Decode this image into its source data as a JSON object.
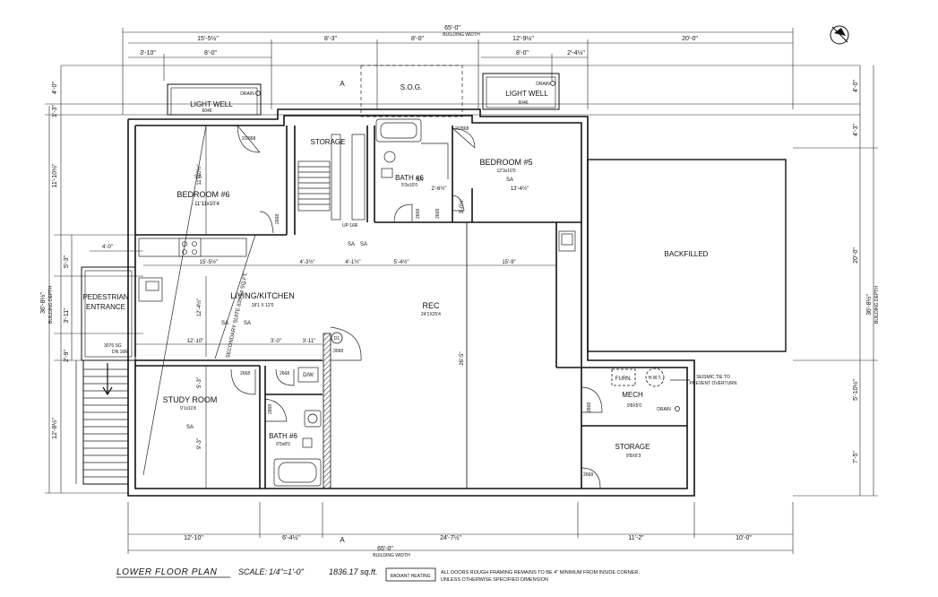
{
  "dimensions": {
    "top_overall": "65'-0\"",
    "top_overall_label": "BUILDING WIDTH",
    "top": [
      "15'-5½\"",
      "8'-3\"",
      "8'-0\"",
      "12'-9½\"",
      "20'-0\""
    ],
    "top_sub": [
      "3'-10\"",
      "8'-0\"",
      "8'-0\"",
      "2'-4½\""
    ],
    "bottom": [
      "12'-10\"",
      "6'-4½\"",
      "24'-7½\"",
      "11'-2\"",
      "10'-0\""
    ],
    "bottom_overall": "65'-0\"",
    "bottom_overall_label": "BUILDING WIDTH",
    "left": [
      "4'-0\"",
      "1'-3\"",
      "11'-10½\"",
      "5'-3\"",
      "3'-11\"",
      "2'-9\"",
      "12'-8½\""
    ],
    "left_overall": "36'-8½\"",
    "left_overall_label": "BUILDING DEPTH",
    "right": [
      "4'-0\"",
      "4'-3\"",
      "20'-0\"",
      "5'-10½\"",
      "7'-5\""
    ],
    "right_overall": "36'-8½\"",
    "right_overall_label": "BUILDING DEPTH",
    "interior": [
      "4'-0\"",
      "15'-5½\"",
      "4'-3½\"",
      "4'-1½\"",
      "5'-4½\"",
      "15'-9\"",
      "12'-10\"",
      "3'-0\"",
      "3'-11\"",
      "13'-4½\"",
      "2'-6½\"",
      "3'-0½\"",
      "26'-5\"",
      "11'-10½\"",
      "12'-4½\"",
      "5'-3\"",
      "9'-3\""
    ]
  },
  "rooms": {
    "light_well_left": "LIGHT WELL",
    "light_well_left_code": "6046",
    "light_well_right": "LIGHT WELL",
    "light_well_right_code": "6046",
    "drain_1": "DRAIN",
    "drain_2": "DRAIN",
    "drain_3": "DRAIN",
    "soc": "S.O.G.",
    "section_a": "A",
    "storage_top": "STORAGE",
    "bedroom6": "BEDROOM #6",
    "bedroom6_size": "11'11x10'4",
    "bedroom5": "BEDROOM #5",
    "bedroom5_size": "12'3x10'0",
    "bath6_top": "BATH #6",
    "bath6_top_size": "5'0x10'0",
    "living": "LIVING/KITCHEN",
    "living_size": "18'1 X 12'0",
    "pedestrian_1": "PEDESTRIAN",
    "pedestrian_2": "ENTRANCE",
    "rec": "REC",
    "rec_size": "24'1X25'4",
    "backfilled": "BACKFILLED",
    "study": "STUDY ROOM",
    "study_size": "9'1x11'8",
    "bath6_bottom": "BATH #6",
    "bath6_bottom_size": "6'5x8'0",
    "mech": "MECH",
    "mech_size": "9'8X5'0",
    "storage_bottom": "STORAGE",
    "storage_bottom_size": "9'8X6'3",
    "furn": "FURN.",
    "hwt": "H.W.T.",
    "dw": "D/W",
    "secondary_suite": "SECONDARY SUITE 635.84 SQ.FT.",
    "seismic_1": "SEISMIC TIE TO",
    "seismic_2": "PREVENT OVERTURN",
    "d1": "D1",
    "sa": "SA",
    "stair_up": "UP 16R",
    "stair_dn": "DN 16R"
  },
  "door_codes": [
    "2/2868",
    "2/2868",
    "2668",
    "2668",
    "2668",
    "2668",
    "2668",
    "2868",
    "2868",
    "3068",
    "3076 SG",
    "2668"
  ],
  "title_block": {
    "title": "LOWER FLOOR PLAN",
    "scale_label": "SCALE:",
    "scale_value": "1/4\"=1'-0\"",
    "area": "1836.17 sq.ft.",
    "radiant": "RADIANT HEATING",
    "note_1": "ALL DOORS ROUGH FRAMING REMAINS TO BE 4\" MINIMUM FROM INSIDE CORNER,",
    "note_2": "UNLESS OTHERWISE SPECIFIED DIMENSION"
  },
  "icons": [
    "north-arrow-icon",
    "drain-icon",
    "smoke-alarm-icon",
    "stove-icon",
    "sink-icon",
    "toilet-icon",
    "tub-icon",
    "furnace-icon",
    "water-heater-icon"
  ]
}
